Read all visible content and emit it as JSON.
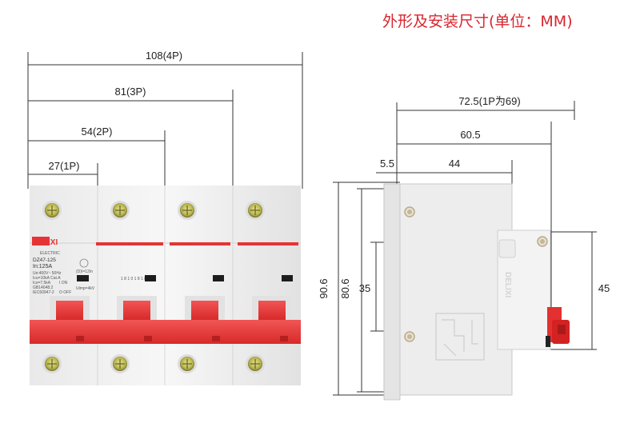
{
  "title": "外形及安装尺寸(单位：MM)",
  "front": {
    "dims": [
      "108(4P)",
      "81(3P)",
      "54(2P)",
      "27(1P)"
    ],
    "brand": "DELIXI",
    "brand_sub": "ELECTRIC",
    "model": "DZ47-125",
    "rating": "In:125A",
    "specs": [
      "Ue:400V~ 50Hz",
      "Icu=10kA  Cat.A",
      "Ics=7.5kA",
      "GB14048.2",
      "IEC60947-2"
    ],
    "on_off": [
      "I ON",
      "O OFF"
    ],
    "side_spec": [
      "(D)I=12In",
      "Uimp=4kV"
    ],
    "digits": "1 8 1 0 1 8 1 8",
    "colors": {
      "accent": "#e63434",
      "body": "#f1f1f1",
      "terminal": "#c5c35a"
    }
  },
  "side": {
    "dims": [
      "72.5(1P为69)",
      "60.5",
      "5.5",
      "44",
      "90.6",
      "80.6",
      "35",
      "45"
    ],
    "label_mark": "DELIXI"
  }
}
